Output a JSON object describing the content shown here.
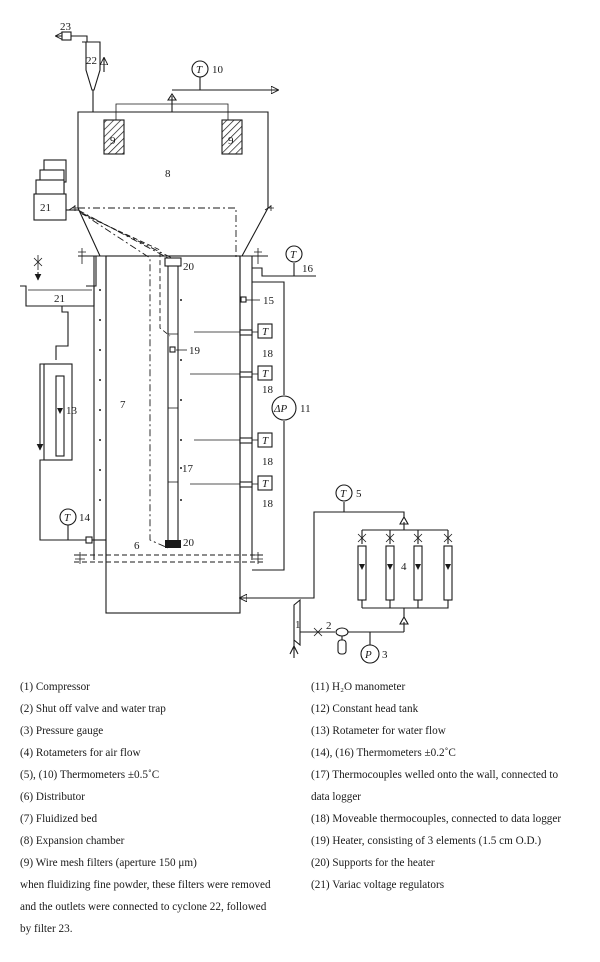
{
  "diagram": {
    "labels": {
      "n1": "1",
      "n2": "2",
      "n3": "3",
      "n4": "4",
      "n5": "5",
      "n6": "6",
      "n7": "7",
      "n8": "8",
      "n9a": "9",
      "n9b": "9",
      "n10": "10",
      "n11": "11",
      "n13": "13",
      "n14": "14",
      "n15": "15",
      "n16": "16",
      "n17": "17",
      "n18a": "18",
      "n18b": "18",
      "n18c": "18",
      "n18d": "18",
      "n19": "19",
      "n20top": "20",
      "n20bot": "20",
      "n21top": "21",
      "n21mid": "21",
      "n22": "22",
      "n23": "23",
      "T": "T",
      "P": "P",
      "dP": "ΔP"
    }
  },
  "legend": {
    "left": [
      "(1) Compressor",
      "(2) Shut off valve and water trap",
      "(3) Pressure gauge",
      "(4) Rotameters for air flow",
      "(5), (10) Thermometers ±0.5˚C",
      "(6) Distributor",
      "(7) Fluidized bed",
      "(8) Expansion chamber",
      "(9) Wire mesh filters (aperture 150 μm)",
      "when fluidizing fine powder, these filters were removed",
      "and the outlets were connected to cyclone 22, followed",
      "by filter 23."
    ],
    "right": [
      "(11) H₂O manometer",
      "(12) Constant head tank",
      "(13) Rotameter for water flow",
      "(14), (16) Thermometers ±0.2˚C",
      "(17) Thermocouples welled onto the wall, connected to",
      "data logger",
      "(18) Moveable thermocouples, connected to data logger",
      "(19) Heater, consisting of 3 elements (1.5 cm O.D.)",
      "(20) Supports for the heater",
      "(21) Variac voltage regulators"
    ]
  }
}
